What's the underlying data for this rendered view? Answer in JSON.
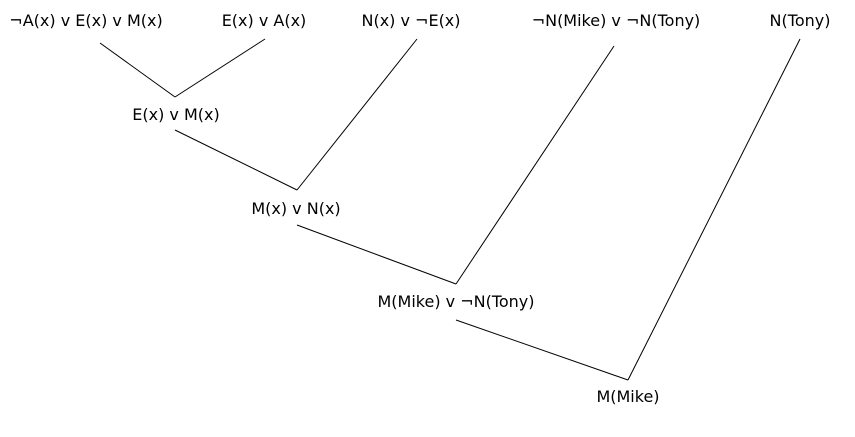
{
  "nodes": [
    {
      "id": "c1",
      "label": "¬A(x) v E(x) v M(x)"
    },
    {
      "id": "c2",
      "label": "E(x) v A(x)"
    },
    {
      "id": "c3",
      "label": "N(x) v ¬E(x)"
    },
    {
      "id": "c4",
      "label": "¬N(Mike) v ¬N(Tony)"
    },
    {
      "id": "c5",
      "label": "N(Tony)"
    },
    {
      "id": "r1",
      "label": "E(x) v M(x)"
    },
    {
      "id": "r2",
      "label": "M(x) v N(x)"
    },
    {
      "id": "r3",
      "label": "M(Mike) v ¬N(Tony)"
    },
    {
      "id": "r4",
      "label": "M(Mike)"
    }
  ],
  "edges": [
    {
      "from": "c1",
      "to": "r1"
    },
    {
      "from": "c2",
      "to": "r1"
    },
    {
      "from": "r1",
      "to": "r2"
    },
    {
      "from": "c3",
      "to": "r2"
    },
    {
      "from": "r2",
      "to": "r3"
    },
    {
      "from": "c4",
      "to": "r3"
    },
    {
      "from": "r3",
      "to": "r4"
    },
    {
      "from": "c5",
      "to": "r4"
    }
  ]
}
